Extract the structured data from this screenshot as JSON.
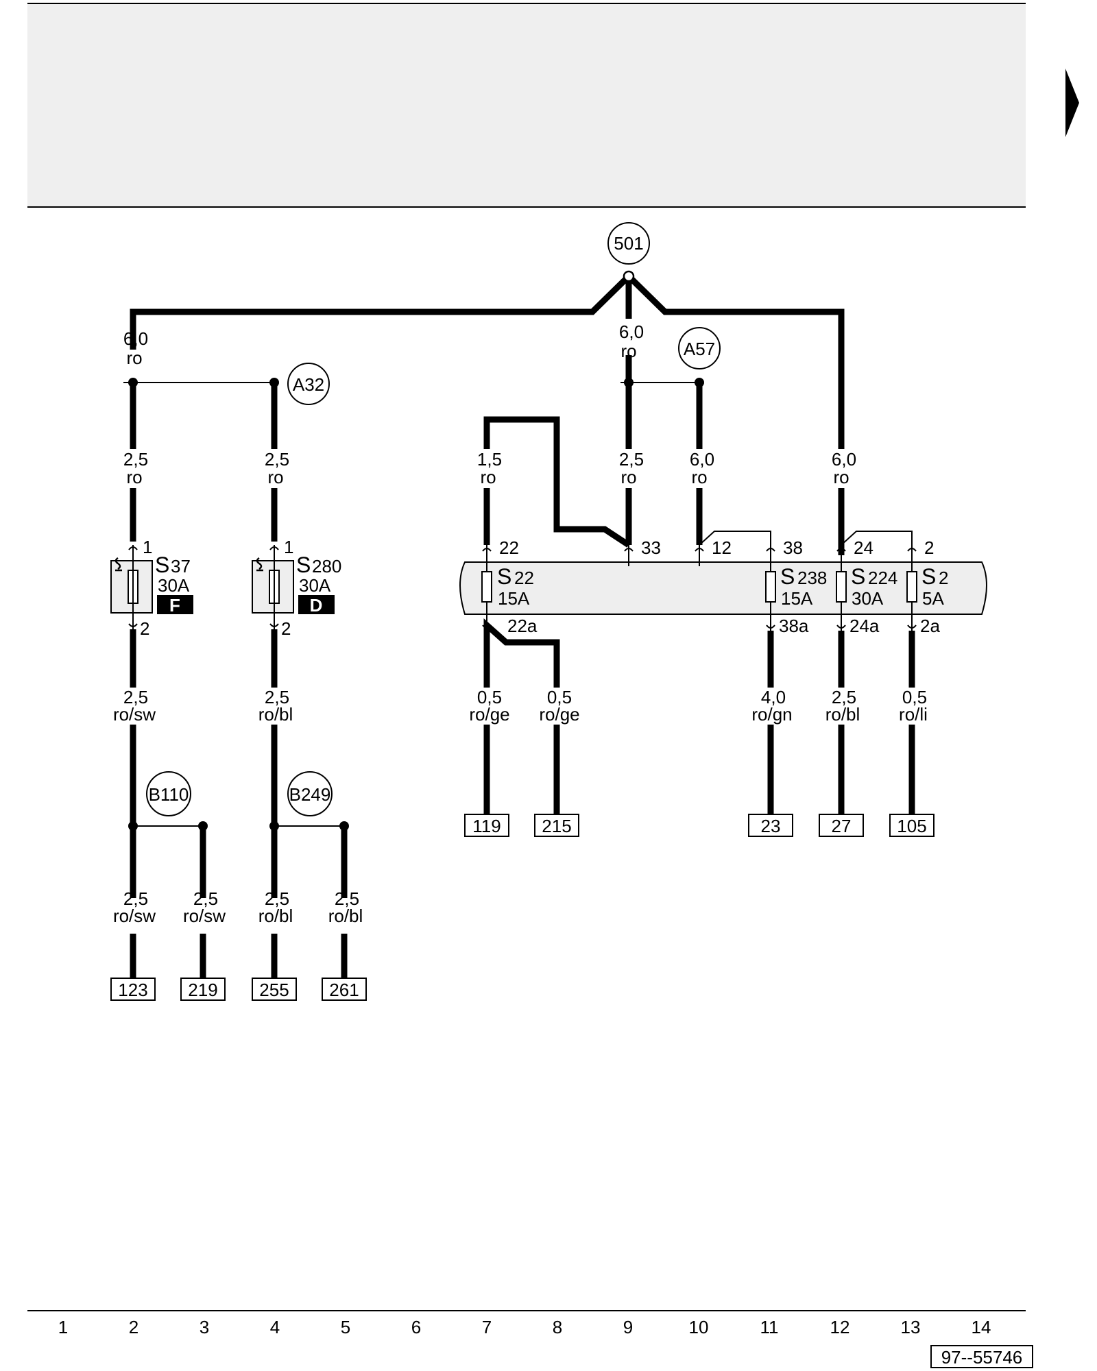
{
  "colors": {
    "header_bg": "#efefef",
    "fuse_box": "#eeeeee",
    "line": "#000000",
    "bg": "#ffffff"
  },
  "icons": {
    "next_page": "next-page-arrow-icon",
    "fuse": "fuse-icon",
    "thermal": "thermal-fuse-icon"
  },
  "diagram": {
    "circles": {
      "c501": "501",
      "a32": "A32",
      "a57": "A57",
      "b110": "B110",
      "b249": "B249"
    },
    "wires": {
      "w_top_l": {
        "size": "6,0",
        "color": "ro"
      },
      "w_top_m": {
        "size": "6,0",
        "color": "ro"
      },
      "w_c2_up": {
        "size": "2,5",
        "color": "ro"
      },
      "w_c4_up": {
        "size": "2,5",
        "color": "ro"
      },
      "w_c7_up": {
        "size": "1,5",
        "color": "ro"
      },
      "w_c9_up": {
        "size": "2,5",
        "color": "ro"
      },
      "w_c10_up": {
        "size": "6,0",
        "color": "ro"
      },
      "w_c12_up": {
        "size": "6,0",
        "color": "ro"
      },
      "w_c2_mid": {
        "size": "2,5",
        "color": "ro/sw"
      },
      "w_c4_mid": {
        "size": "2,5",
        "color": "ro/bl"
      },
      "w_c7_dn": {
        "size": "0,5",
        "color": "ro/ge"
      },
      "w_c8_dn": {
        "size": "0,5",
        "color": "ro/ge"
      },
      "w_c11_dn": {
        "size": "4,0",
        "color": "ro/gn"
      },
      "w_c12_dn": {
        "size": "2,5",
        "color": "ro/bl"
      },
      "w_c13_dn": {
        "size": "0,5",
        "color": "ro/li"
      },
      "w_c2_bot": {
        "size": "2,5",
        "color": "ro/sw"
      },
      "w_c3_bot": {
        "size": "2,5",
        "color": "ro/sw"
      },
      "w_c4_bot": {
        "size": "2,5",
        "color": "ro/bl"
      },
      "w_c5_bot": {
        "size": "2,5",
        "color": "ro/bl"
      }
    },
    "fuses": {
      "s37": {
        "prefix": "S",
        "num": "37",
        "rating": "30A",
        "badge": "F",
        "pin_in": "1",
        "pin_out": "2"
      },
      "s280": {
        "prefix": "S",
        "num": "280",
        "rating": "30A",
        "badge": "D",
        "pin_in": "1",
        "pin_out": "2"
      },
      "s22": {
        "prefix": "S",
        "num": "22",
        "rating": "15A",
        "pin_in": "22",
        "pin_out": "22a"
      },
      "s238": {
        "prefix": "S",
        "num": "238",
        "rating": "15A",
        "pin_in": "38",
        "pin_out": "38a"
      },
      "s224": {
        "prefix": "S",
        "num": "224",
        "rating": "30A",
        "pin_in": "24",
        "pin_out": "24a"
      },
      "s2": {
        "prefix": "S",
        "num": "2",
        "rating": "5A",
        "pin_in": "2",
        "pin_out": "2a"
      }
    },
    "pins": {
      "p33": "33",
      "p12": "12"
    },
    "refs": {
      "r119": "119",
      "r215": "215",
      "r23": "23",
      "r27": "27",
      "r105": "105",
      "r123": "123",
      "r219": "219",
      "r255": "255",
      "r261": "261"
    },
    "columns": [
      "1",
      "2",
      "3",
      "4",
      "5",
      "6",
      "7",
      "8",
      "9",
      "10",
      "11",
      "12",
      "13",
      "14"
    ],
    "drawing_no": "97--55746"
  }
}
